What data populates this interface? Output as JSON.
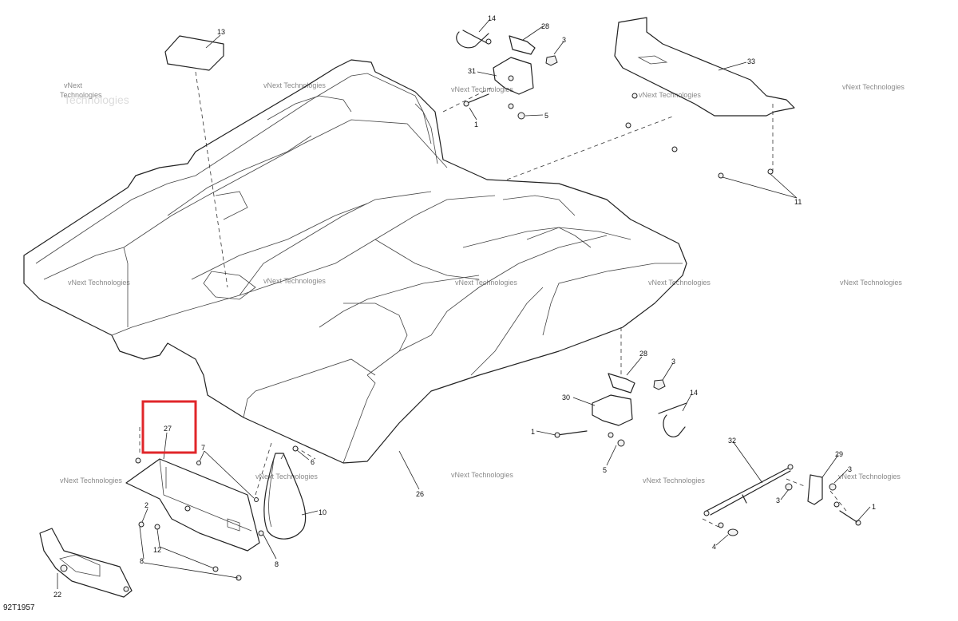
{
  "diagram": {
    "id_label": "92T1957",
    "highlighted_callout": "27",
    "highlight_color": "#e0262a"
  },
  "watermark": {
    "line1": "vNext",
    "line2": "Technologies",
    "line3": "vNext Technologies"
  },
  "callouts": {
    "c13": "13",
    "c14a": "14",
    "c28a": "28",
    "c3a": "3",
    "c31": "31",
    "c1a": "1",
    "c5a": "5",
    "c33": "33",
    "c11": "11",
    "c28b": "28",
    "c3b": "3",
    "c30": "30",
    "c14b": "14",
    "c1b": "1",
    "c5b": "5",
    "c26": "26",
    "c32": "32",
    "c29": "29",
    "c3c": "3",
    "c3d": "3",
    "c1c": "1",
    "c4": "4",
    "c27": "27",
    "c7": "7",
    "c6": "6",
    "c10": "10",
    "c2": "2",
    "c12": "12",
    "c8a": "8",
    "c8b": "8",
    "c22": "22"
  }
}
